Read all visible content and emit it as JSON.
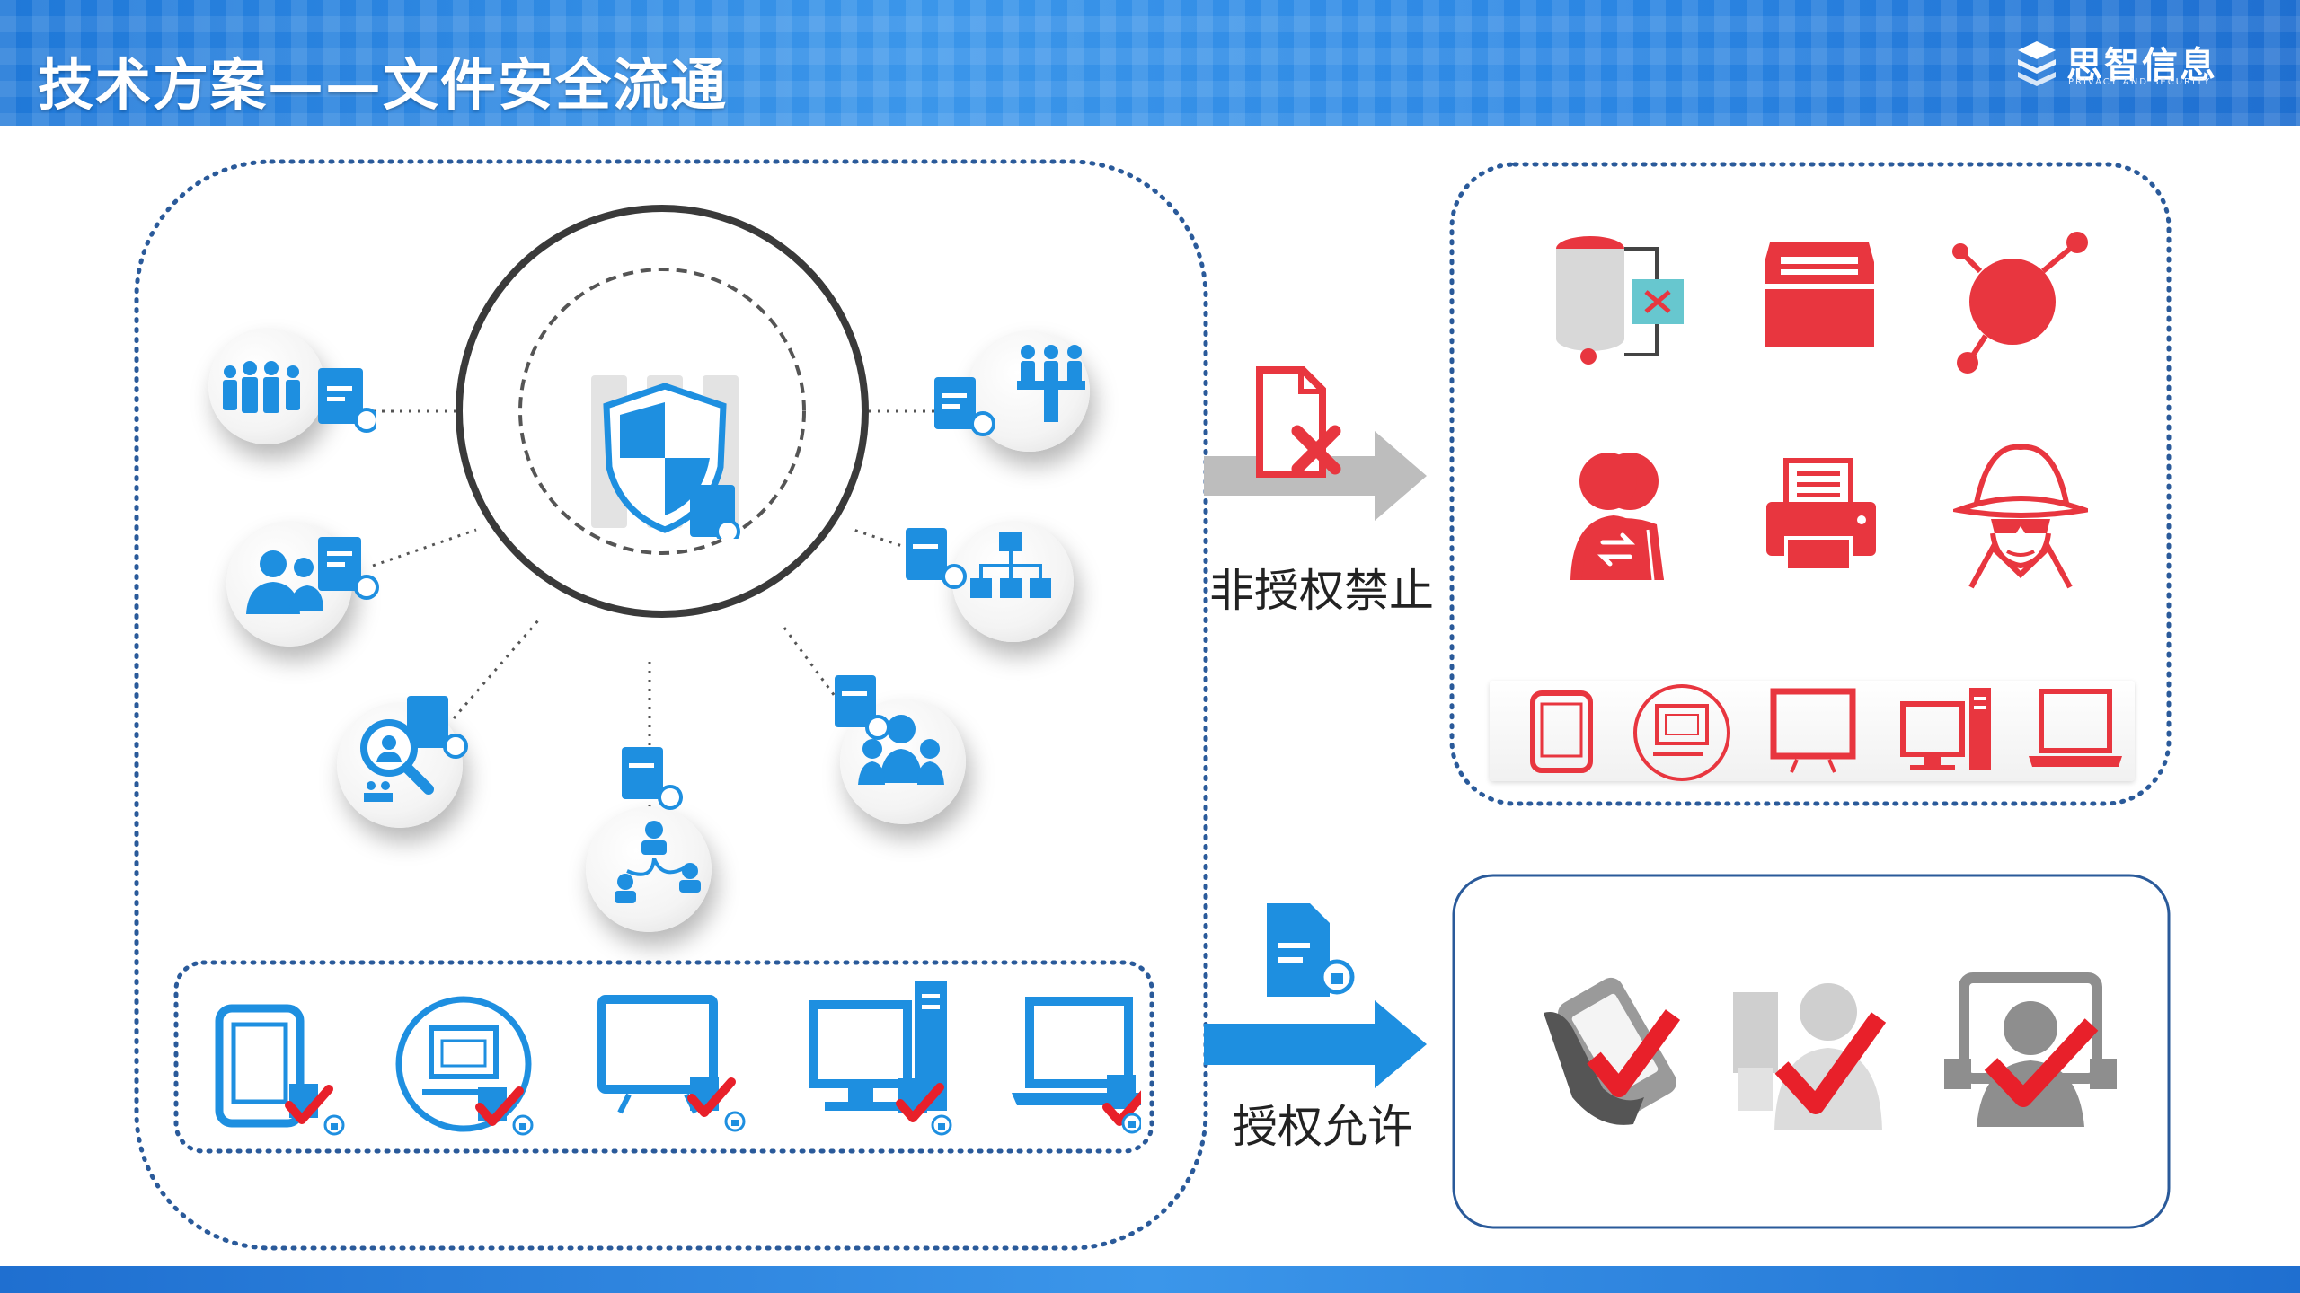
{
  "header": {
    "title": "技术方案——文件安全流通"
  },
  "brand": {
    "name": "思智信息",
    "sub": "PRIVACY AND SECURITY"
  },
  "flows": {
    "denied": {
      "label": "非授权禁止"
    },
    "allowed": {
      "label": "授权允许"
    }
  },
  "colors": {
    "primary_blue": "#1e8fe0",
    "deny_red": "#e8363f",
    "header_blue": "#2b86e3"
  },
  "icons": {
    "center": "shield-server-icon",
    "hub_nodes": [
      "user-group-doc-icon",
      "user-payment-doc-icon",
      "search-user-doc-icon",
      "user-share-doc-icon",
      "group-doc-icon",
      "org-chart-doc-icon",
      "meeting-doc-icon"
    ],
    "denied_channels": [
      "database-block-icon",
      "storage-box-icon",
      "network-hub-icon",
      "user-transfer-icon",
      "printer-icon",
      "spy-icon"
    ],
    "denied_devices": [
      "tablet-icon",
      "computer-icon",
      "monitor-icon",
      "desktop-tower-icon",
      "laptop-icon"
    ],
    "allowed_devices": [
      "tablet-icon",
      "computer-icon",
      "monitor-icon",
      "desktop-tower-icon",
      "laptop-icon"
    ],
    "allowed_results": [
      "phone-hand-check-icon",
      "user-check-icon",
      "screen-user-check-icon"
    ]
  }
}
